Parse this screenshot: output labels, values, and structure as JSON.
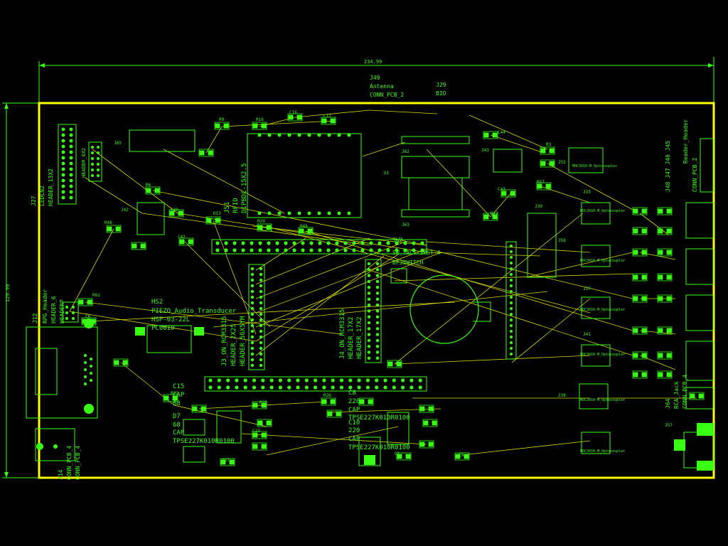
{
  "board": {
    "width_dim": "234.99",
    "height_dim": "129.99",
    "colors": {
      "background": "#000000",
      "outline": "#ffff00",
      "silk": "#39ff14",
      "ratsnest": "#d8d800",
      "pad": "#39ff14"
    }
  },
  "labels": {
    "j49": [
      "J49",
      "Antenna",
      "CONN_PCB_2"
    ],
    "j29": [
      "J29",
      "BIO"
    ],
    "j27": [
      "J27",
      "LEDCN2",
      "HEADER_13X2"
    ],
    "header_6x2": "HEADER_6X2",
    "rpg": [
      "J12",
      "RPG_Header",
      "HEADER_6",
      "HEADERP"
    ],
    "hs2": [
      "HS2",
      "PIEZO_Audio_Transducer",
      "HSP-03-22L",
      "PC0010"
    ],
    "j3": [
      "J3_ON_RCM3315",
      "HEADER_2X25",
      "HEADER_56X5YM"
    ],
    "j4": [
      "J4_ON_RCM3315",
      "HEADER_17X2",
      "HEADER_17X2"
    ],
    "sw2": [
      "SW2",
      "SW_TACT-SPST-4",
      "BF3SWITCH"
    ],
    "c15": [
      "C15",
      "CAP",
      "68"
    ],
    "d7": [
      "D7",
      "68",
      "CAP",
      "TPSE227K010R0100"
    ],
    "c8": [
      "C8",
      "220",
      "CAP",
      "TPSE227K010R0100"
    ],
    "c10": [
      "C10",
      "220",
      "CAP",
      "TPSE227K010R0100"
    ],
    "j14": [
      "J14",
      "CONN_PCB_4",
      "CONN_PCB_4"
    ],
    "j51": [
      "J51",
      "RFID",
      "DIP8DC-15X2.5"
    ],
    "u1": "U1",
    "j64": [
      "J64",
      "RCA_Jack",
      "CONN_PCB_4"
    ],
    "right_headers": [
      "J48 J47 J46 J45",
      "Reader_Header",
      "CONN_PCB_2"
    ],
    "opto": "MOC3010-M_Optocoupler",
    "refs": [
      "J65",
      "J42",
      "J43",
      "J62",
      "J63",
      "J55",
      "J33",
      "J37",
      "J41",
      "J38",
      "J39",
      "J58",
      "J57",
      "R6",
      "R46",
      "R48",
      "C40",
      "C42",
      "C43",
      "C44",
      "D12",
      "D13",
      "R29",
      "R26",
      "R20",
      "R22",
      "R61",
      "R57",
      "R3",
      "R9",
      "R16",
      "C16",
      "C17",
      "C23",
      "C27",
      "C1",
      "C5",
      "C6"
    ]
  }
}
